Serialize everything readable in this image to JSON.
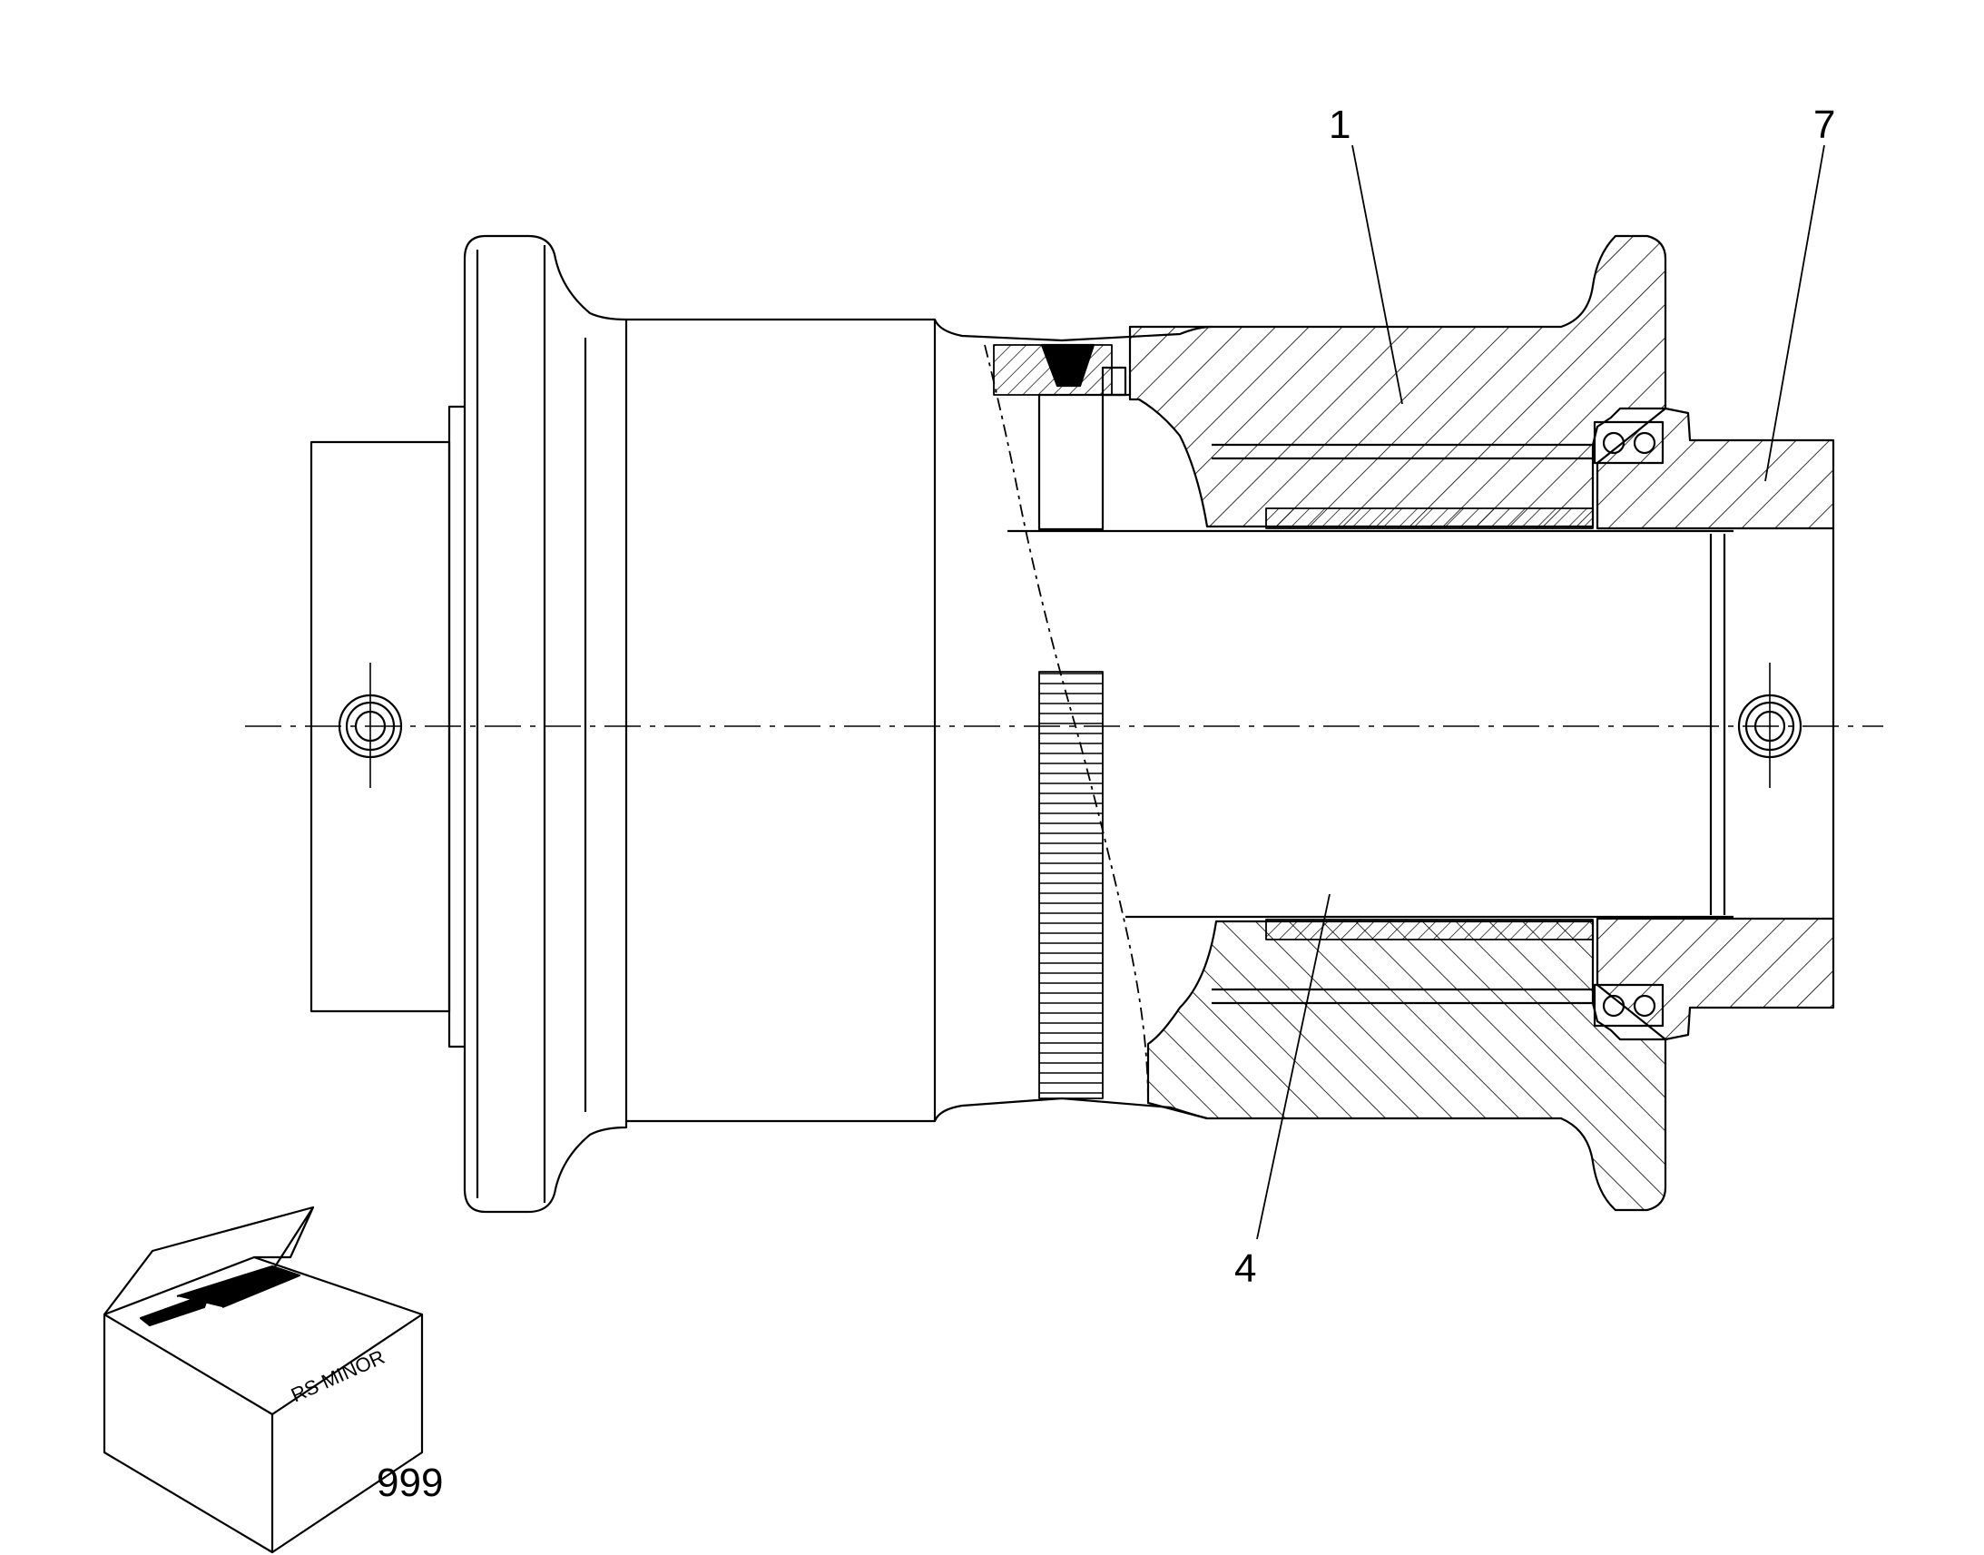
{
  "callouts": {
    "part_1": "1",
    "part_7": "7",
    "part_4": "4",
    "part_999": "999"
  },
  "box_label": "RS MINOR",
  "colors": {
    "line": "#000000",
    "background": "#ffffff"
  }
}
